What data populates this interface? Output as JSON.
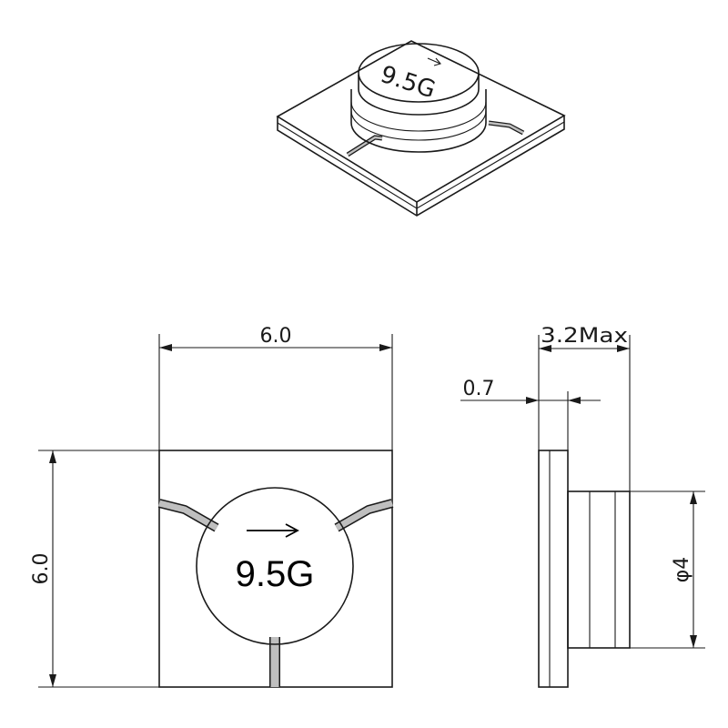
{
  "component": {
    "marking": "9.5G",
    "marking_iso": "9.5G"
  },
  "dimensions": {
    "width_top": "6.0",
    "height_left": "6.0",
    "max_height": "3.2Max",
    "base_thickness": "0.7",
    "cap_diameter": "φ4"
  },
  "colors": {
    "line": "#1a1a1a",
    "trace_fill": "#bfbfbf",
    "background": "#ffffff"
  }
}
